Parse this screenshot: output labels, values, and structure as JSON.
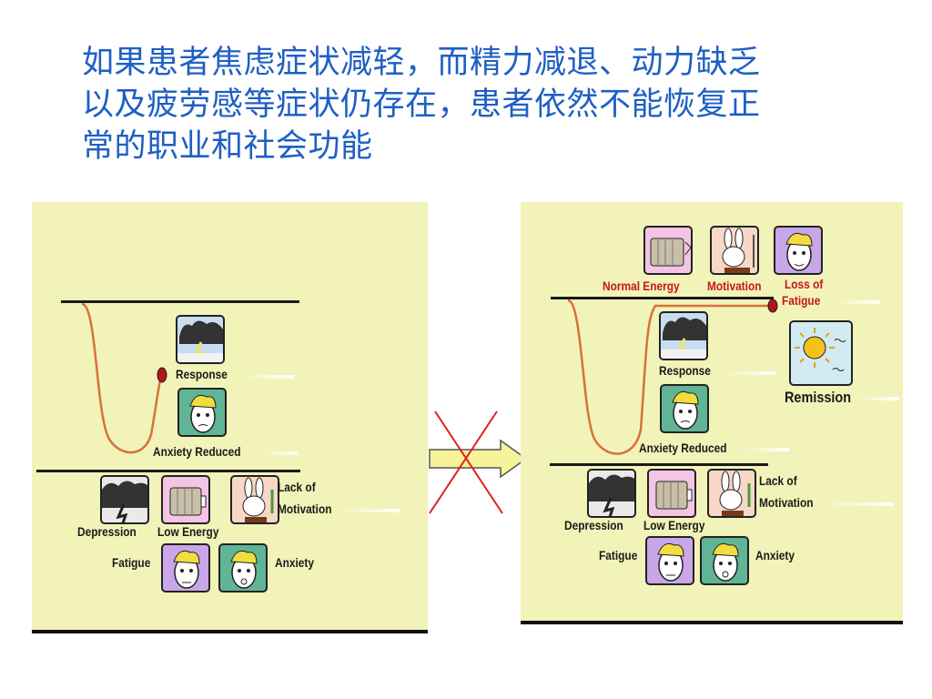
{
  "title": {
    "line1": "如果患者焦虑症状减轻，而精力减退、动力缺乏",
    "line2": "以及疲劳感等症状仍存在，患者依然不能恢复正",
    "line3": "常的职业和社会功能"
  },
  "left_panel": {
    "response": "Response",
    "anxiety_reduced": "Anxiety Reduced",
    "depression": "Depression",
    "low_energy": "Low Energy",
    "lack_of": "Lack of",
    "motivation": "Motivation",
    "fatigue": "Fatigue",
    "anxiety": "Anxiety"
  },
  "right_panel": {
    "normal_energy": "Normal Energy",
    "motivation_top": "Motivation",
    "loss_of": "Loss of",
    "fatigue_top": "Fatigue",
    "response": "Response",
    "remission": "Remission",
    "anxiety_reduced": "Anxiety Reduced",
    "depression": "Depression",
    "low_energy": "Low Energy",
    "lack_of": "Lack of",
    "motivation": "Motivation",
    "fatigue": "Fatigue",
    "anxiety": "Anxiety"
  },
  "colors": {
    "title_blue": "#1f5fc4",
    "panel_bg": "#f2f3b8",
    "curve": "#d9703a",
    "cross": "#e02020",
    "arrow_fill": "#f6f39a",
    "red_label": "#c4161c"
  },
  "icons": [
    "storm-cloud-icon",
    "battery-icon",
    "rabbit-icon",
    "worried-face-icon",
    "sun-icon"
  ]
}
